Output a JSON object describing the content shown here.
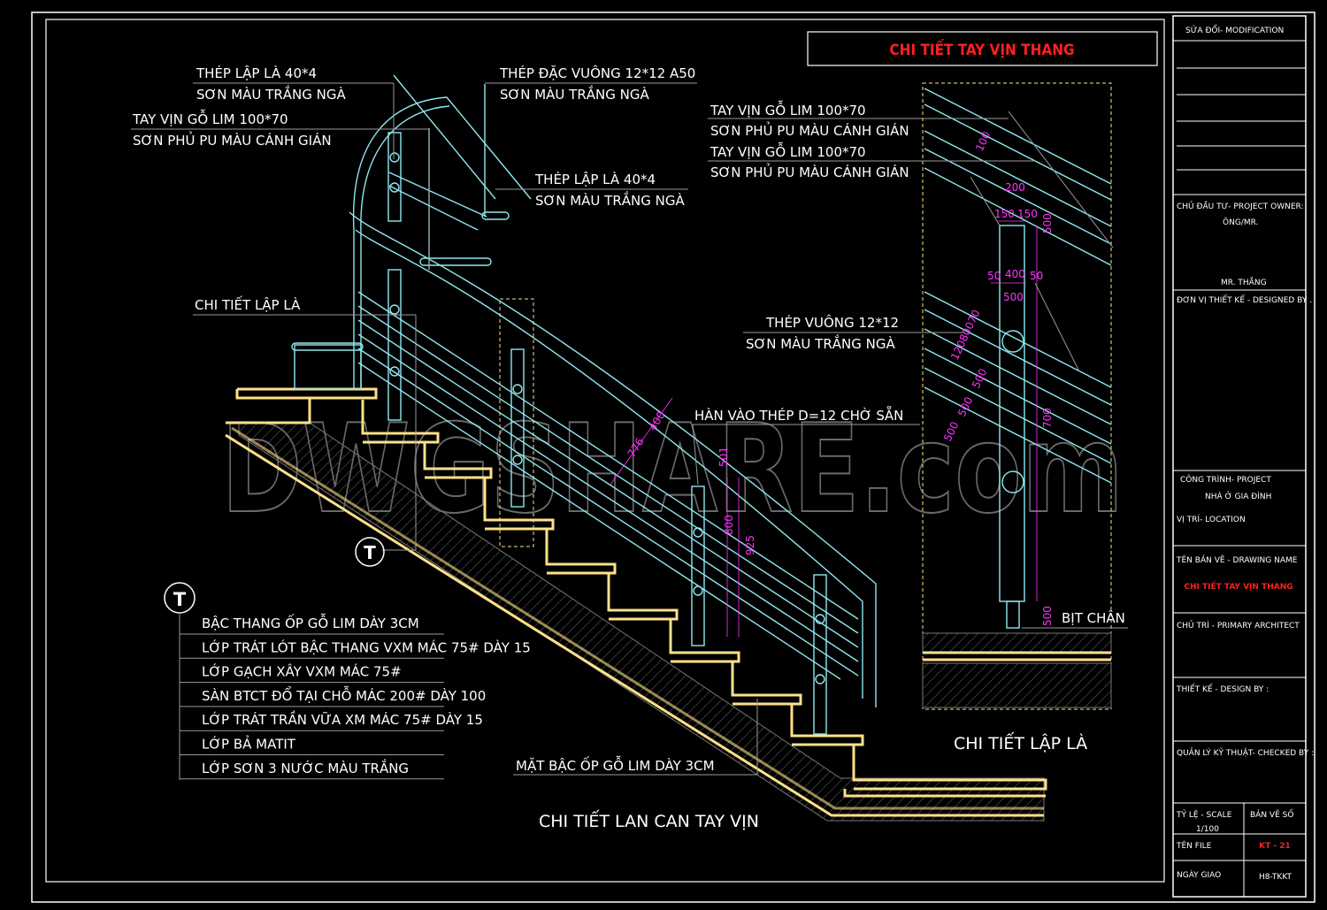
{
  "sheet": {
    "title": "CHI TIẾT TAY VỊN THANG",
    "watermark": "DWGSHARE.com"
  },
  "stair_view": {
    "caption": "CHI TIẾT LAN CAN TAY VỊN",
    "section_marker": "T",
    "labels": {
      "flat_bar_1a": "THÉP LẬP LÀ 40*4",
      "flat_bar_1b": "SƠN MÀU TRẮNG NGÀ",
      "handrail_a": "TAY VỊN GỖ LIM 100*70",
      "handrail_b": "SƠN PHỦ PU MÀU CÁNH GIÁN",
      "square_steel_a": "THÉP ĐẶC VUÔNG 12*12 A50",
      "square_steel_b": "SƠN MÀU TRẮNG NGÀ",
      "flat_bar_2a": "THÉP LẬP LÀ 40*4",
      "flat_bar_2b": "SƠN MÀU TRẮNG NGÀ",
      "flat_bar_detail": "CHI TIẾT LẬP LÀ",
      "weld": "HÀN VÀO THÉP D=12 CHỜ SẴN",
      "tread_face": "MẶT BẬC ỐP GỖ LIM DÀY 3CM"
    },
    "dimensions": [
      "776",
      "400",
      "501",
      "800",
      "925"
    ]
  },
  "layers": {
    "marker": "T",
    "items": [
      "BẬC THANG ỐP GỖ LIM DÀY 3CM",
      "LỚP TRÁT LÓT BẬC THANG VXM MÁC 75# DÀY 15",
      "LỚP GẠCH XÂY VXM MÁC 75#",
      "SÀN BTCT ĐỔ TẠI CHỖ MÁC 200# DÀY 100",
      "LỚP TRÁT TRẦN VỮA XM MÁC 75# DÀY 15",
      "LỚP BẢ MATIT",
      "LỚP SƠN 3 NƯỚC MÀU TRẮNG"
    ]
  },
  "detail_view": {
    "caption": "CHI TIẾT LẬP LÀ",
    "labels": {
      "rail_1a": "TAY VỊN GỖ LIM 100*70",
      "rail_1b": "SƠN PHỦ PU MÀU CÁNH GIÁN",
      "rail_2a": "TAY VỊN GỖ LIM 100*70",
      "rail_2b": "SƠN PHỦ PU MÀU CÁNH GIÁN",
      "sq_a": "THÉP VUÔNG 12*12",
      "sq_b": "SƠN MÀU TRẮNG NGÀ",
      "end_cap": "BỊT CHÂN"
    },
    "dimensions": [
      "100",
      "200",
      "150",
      "150",
      "500",
      "50",
      "400",
      "50",
      "500",
      "12080070",
      "500",
      "500",
      "500",
      "700",
      "500"
    ]
  },
  "title_block": {
    "modification": "SỬA ĐỔI- MODIFICATION",
    "owner_label": "CHỦ ĐẦU TƯ- PROJECT OWNER:",
    "owner_prefix": "ÔNG/MR.",
    "owner_name": "MR. THẮNG",
    "designer_unit": "ĐƠN VỊ THIẾT KẾ - DESIGNED BY .",
    "project_label": "CÔNG TRÌNH- PROJECT",
    "project_name": "NHÀ Ở GIA ĐÌNH",
    "location_label": "VỊ TRÍ- LOCATION",
    "drawing_name_label": "TÊN BẢN VẼ - DRAWING NAME",
    "drawing_name": "CHI TIẾT TAY VỊN THANG",
    "architect_label": "CHỦ TRÌ - PRIMARY ARCHITECT",
    "design_by_label": "THIẾT KẾ - DESIGN BY :",
    "checked_label": "QUẢN LÝ KỸ THUẬT- CHECKED BY :",
    "scale_label": "TỶ LỆ - SCALE",
    "scale_value": "1/100",
    "sheet_no_label": "BẢN VẼ SỐ",
    "sheet_no": "KT - 21",
    "file_label": "TÊN FILE",
    "date_label": "NGÀY GIAO",
    "date_value": "H8-TKKT"
  },
  "colors": {
    "background": "#000000",
    "frame": "#ffffff",
    "rail": "#8fe8f0",
    "tread": "#ffe08a",
    "dimension": "#ff33ff",
    "title_red": "#ff2020",
    "leader": "#9a9a9a"
  }
}
